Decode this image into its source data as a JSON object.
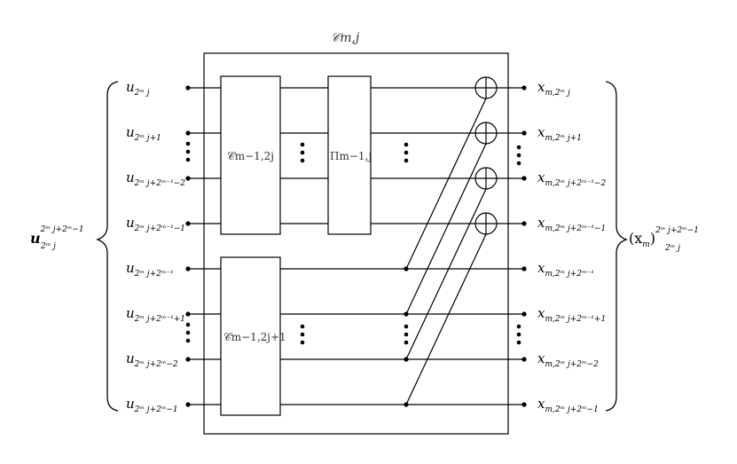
{
  "title": "𝒞m,j",
  "blocks": {
    "upper": "𝒞m−1,2j",
    "perm": "Πm−1,j",
    "lower": "𝒞m−1,2j+1"
  },
  "inputs": [
    {
      "base": "u",
      "sub": "2ᵐ j"
    },
    {
      "base": "u",
      "sub": "2ᵐ j+1"
    },
    {
      "base": "u",
      "sub": "2ᵐ j+2ᵐ⁻¹−2"
    },
    {
      "base": "u",
      "sub": "2ᵐ j+2ᵐ⁻¹−1"
    },
    {
      "base": "u",
      "sub": "2ᵐ j+2ᵐ⁻¹"
    },
    {
      "base": "u",
      "sub": "2ᵐ j+2ᵐ⁻¹+1"
    },
    {
      "base": "u",
      "sub": "2ᵐ j+2ᵐ−2"
    },
    {
      "base": "u",
      "sub": "2ᵐ j+2ᵐ−1"
    }
  ],
  "outputs": [
    {
      "base": "x",
      "sub": "m,2ᵐ j"
    },
    {
      "base": "x",
      "sub": "m,2ᵐ j+1"
    },
    {
      "base": "x",
      "sub": "m,2ᵐ j+2ᵐ⁻¹−2"
    },
    {
      "base": "x",
      "sub": "m,2ᵐ j+2ᵐ⁻¹−1"
    },
    {
      "base": "x",
      "sub": "m,2ᵐ j+2ᵐ⁻¹"
    },
    {
      "base": "x",
      "sub": "m,2ᵐ j+2ᵐ⁻¹+1"
    },
    {
      "base": "x",
      "sub": "m,2ᵐ j+2ᵐ−2"
    },
    {
      "base": "x",
      "sub": "m,2ᵐ j+2ᵐ−1"
    }
  ],
  "input_vector": {
    "base": "u",
    "sup": "2ᵐ j+2ᵐ−1",
    "sub": "2ᵐ j"
  },
  "output_vector": {
    "base": "(x",
    "base_sub": "m",
    "close": ")",
    "sup": "2ᵐ j+2ᵐ−1",
    "sub": "2ᵐ j"
  }
}
